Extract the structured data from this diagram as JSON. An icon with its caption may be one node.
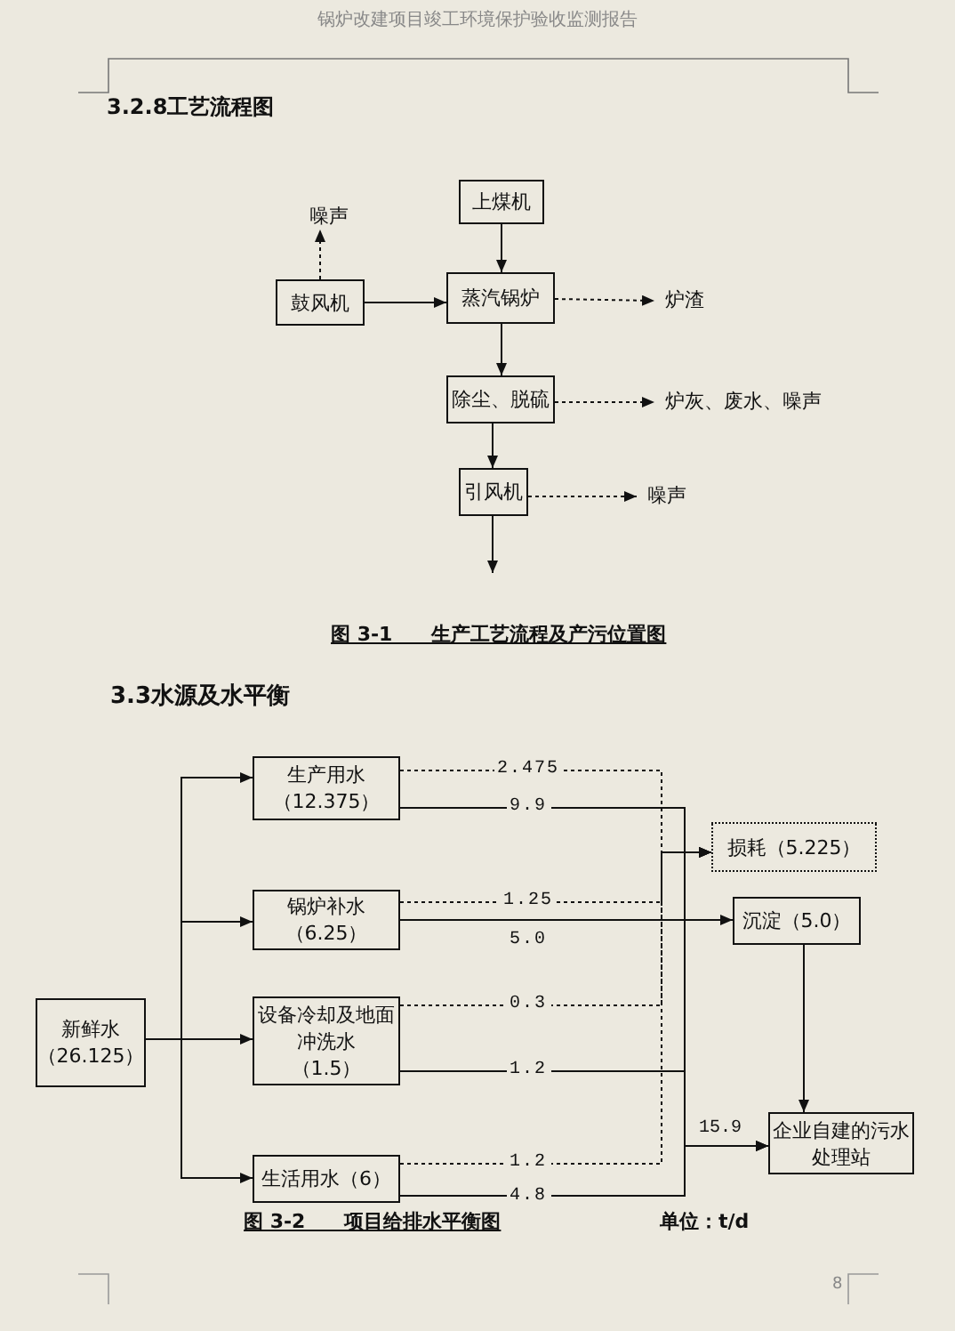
{
  "diagram": {
    "title": "3.2.8工艺流程图",
    "nodes": [
      {
        "text": [
          "上煤机"
        ]
      },
      {
        "text": [
          "鼓风机"
        ]
      },
      {
        "text": [
          "蒸汽锅炉"
        ]
      },
      {
        "text": [
          "噪声"
        ]
      },
      {
        "text": [
          "炉渣"
        ]
      },
      {
        "text": [
          "除尘、脱硫"
        ]
      },
      {
        "text": [
          "炉灰、废水、噪声"
        ]
      },
      {
        "text": [
          "引风机"
        ]
      },
      {
        "text": [
          "噪声"
        ]
      },
      {
        "text": [
          "新鲜水",
          "（26.125）"
        ]
      },
      {
        "text": [
          "生产用水",
          "（12.375）"
        ]
      },
      {
        "text": [
          "锅炉补水",
          "（6.25）"
        ]
      },
      {
        "text": [
          "设备冷却及地面冲洗水",
          "（1.5）"
        ]
      },
      {
        "text": [
          "生活用水（6）"
        ]
      },
      {
        "text": [
          "损耗（5.225）"
        ]
      },
      {
        "text": [
          "沉淀（5.0）"
        ]
      },
      {
        "text": [
          "企业自建的污水处理站"
        ]
      }
    ],
    "edges": [
      {
        "from": 0,
        "to": 2,
        "arrow": "to"
      },
      {
        "from": 1,
        "to": 2,
        "arrow": "to"
      },
      {
        "from": 1,
        "to": 3,
        "arrow": "to",
        "style": "dashed"
      },
      {
        "from": 2,
        "to": 4,
        "arrow": "to",
        "style": "dashed"
      },
      {
        "from": 2,
        "to": 5,
        "arrow": "to"
      },
      {
        "from": 5,
        "to": 6,
        "arrow": "to",
        "style": "dashed"
      },
      {
        "from": 5,
        "to": 7,
        "arrow": "to"
      },
      {
        "from": 7,
        "to": 8,
        "arrow": "to",
        "style": "dashed"
      },
      {
        "from": 7,
        "to": null,
        "arrow": "to"
      },
      {
        "from": 9,
        "to": 10,
        "arrow": "to"
      },
      {
        "from": 9,
        "to": 11,
        "arrow": "to"
      },
      {
        "from": 9,
        "to": 12,
        "arrow": "to"
      },
      {
        "from": 9,
        "to": 13,
        "arrow": "to"
      },
      {
        "from": 10,
        "to": 14,
        "arrow": "to",
        "style": "dashed",
        "label": "2.475"
      },
      {
        "from": 10,
        "to": 16,
        "arrow": "to",
        "label": "9.9"
      },
      {
        "from": 11,
        "to": 14,
        "arrow": "to",
        "style": "dashed",
        "label": "1.25"
      },
      {
        "from": 11,
        "to": 15,
        "arrow": "to",
        "label": "5.0"
      },
      {
        "from": 12,
        "to": 14,
        "arrow": "to",
        "style": "dashed",
        "label": "0.3"
      },
      {
        "from": 12,
        "to": 16,
        "arrow": "to",
        "label": "1.2"
      },
      {
        "from": 13,
        "to": 14,
        "arrow": "to",
        "style": "dashed",
        "label": "1.2"
      },
      {
        "from": 13,
        "to": 16,
        "arrow": "to",
        "label": "4.8"
      },
      {
        "from": 15,
        "to": 16,
        "arrow": "to"
      }
    ],
    "labels": [
      "锅炉改建项目竣工环境保护验收监测报告",
      "图 3-1　　生产工艺流程及产污位置图",
      "3.3水源及水平衡",
      "15.9",
      "图 3-2　　项目给排水平衡图",
      "单位：t/d",
      "8"
    ]
  }
}
